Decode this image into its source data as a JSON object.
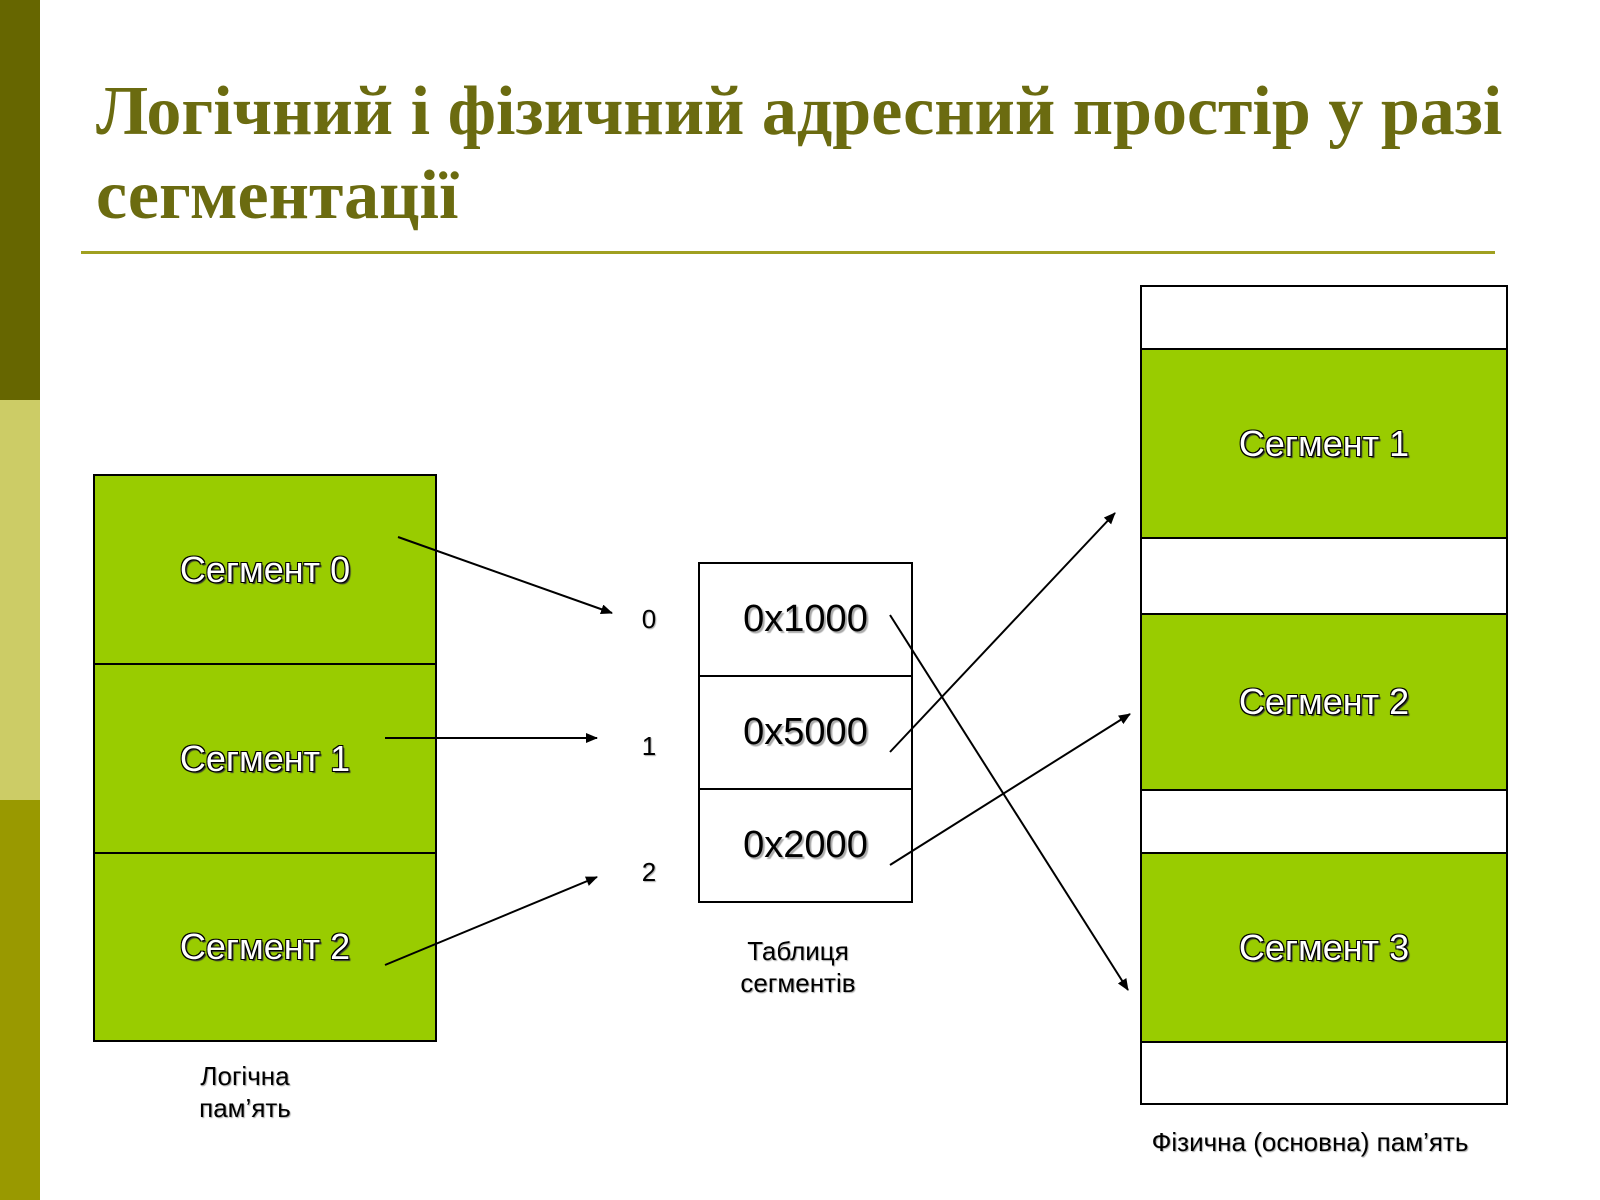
{
  "title": "Логічний і фізичний адресний простір у разі сегментації",
  "colors": {
    "title": "#6b6b10",
    "segment_fill": "#99cc00",
    "sidebar_dark": "#666600",
    "sidebar_light": "#cccc66",
    "sidebar_mid": "#999900"
  },
  "logical_memory": {
    "caption": "Логічна пам’ять",
    "segments": [
      "Сегмент 0",
      "Сегмент 1",
      "Сегмент 2"
    ]
  },
  "segment_table": {
    "caption": "Таблиця сегментів",
    "indices": [
      "0",
      "1",
      "2"
    ],
    "entries": [
      "0x1000",
      "0x5000",
      "0x2000"
    ]
  },
  "physical_memory": {
    "caption": "Фізична (основна) пам’ять",
    "segments": [
      "Сегмент 1",
      "Сегмент 2",
      "Сегмент 3"
    ]
  }
}
